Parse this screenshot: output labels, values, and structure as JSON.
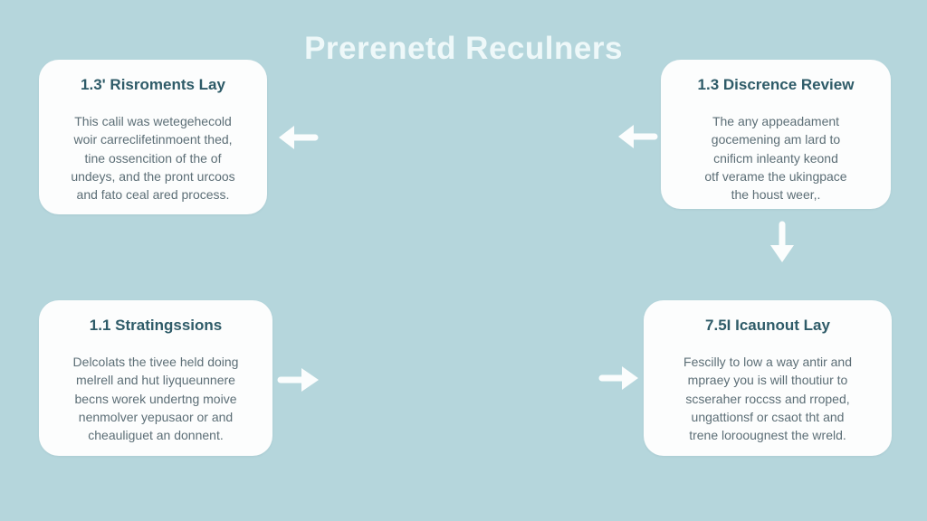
{
  "title": "Prerenetd Reculners",
  "colors": {
    "bg": "#b5d6dc",
    "card": "#fcfdfd",
    "heading": "#2e5b68",
    "bodytext": "#5c6e76",
    "arrow": "#fbfdfd",
    "title": "#eef8f9"
  },
  "cards": [
    {
      "id": "top-left",
      "heading": "1.3' Risroments Lay",
      "body": "This calil was wetegehecold\nwoir carreclifetinmoent thed,\ntine ossencition of the of\nundeys, and the pront urcoos\nand fato ceal ared process."
    },
    {
      "id": "top-right",
      "heading": "1.3 Discrence Review",
      "body": "The any appeadament\ngocemening am lard to\ncnificm inleanty keond\notf verame the ukingpace\nthe houst weer,."
    },
    {
      "id": "bottom-left",
      "heading": "1.1 Stratingssions",
      "body": "Delcolats the tivee held doing\nmelrell and hut liyqueunnere\nbecns worek undertng moive\nnenmolver yepusaor or and\ncheauliguet an donnent."
    },
    {
      "id": "bottom-right",
      "heading": "7.5I Icaunout Lay",
      "body": "Fescilly to low a way antir and\nmpraey you is will thoutiur to\nscseraher roccss and rroped,\nungattionsf or csaot tht and\ntrene loroougnest the wreld."
    }
  ],
  "arrows": [
    {
      "id": "top-mid",
      "direction": "left"
    },
    {
      "id": "top-right",
      "direction": "left"
    },
    {
      "id": "right-column",
      "direction": "down"
    },
    {
      "id": "bottom-left",
      "direction": "right"
    },
    {
      "id": "bottom-mid",
      "direction": "right"
    }
  ]
}
